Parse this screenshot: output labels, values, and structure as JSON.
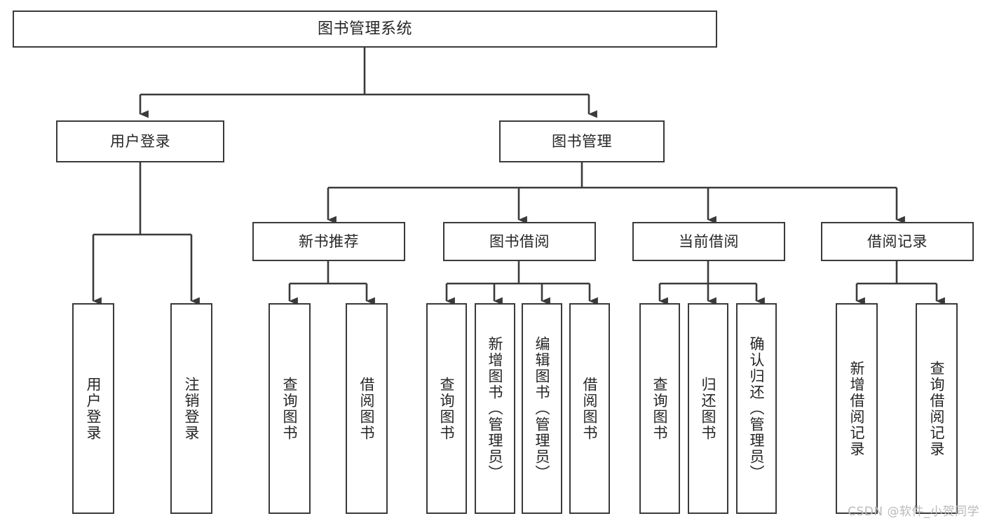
{
  "diagram": {
    "title": "图书管理系统",
    "type": "tree",
    "stroke_color": "#3a3a3a",
    "text_color": "#262626",
    "background": "#ffffff"
  },
  "nodes": {
    "root": {
      "label": "图书管理系统"
    },
    "level2": [
      {
        "id": "user-login",
        "label": "用户登录"
      },
      {
        "id": "book-manage",
        "label": "图书管理"
      }
    ],
    "level3": [
      {
        "id": "new-book-recommend",
        "label": "新书推荐"
      },
      {
        "id": "book-borrow",
        "label": "图书借阅"
      },
      {
        "id": "current-borrow",
        "label": "当前借阅"
      },
      {
        "id": "borrow-record",
        "label": "借阅记录"
      }
    ],
    "leaves": {
      "user_login": [
        {
          "id": "leaf-user-login",
          "label": "用户登录"
        },
        {
          "id": "leaf-logout",
          "label": "注销登录"
        }
      ],
      "new_book_recommend": [
        {
          "id": "leaf-query-book-1",
          "label": "查询图书"
        },
        {
          "id": "leaf-borrow-book-1",
          "label": "借阅图书"
        }
      ],
      "book_borrow": [
        {
          "id": "leaf-query-book-2",
          "label": "查询图书"
        },
        {
          "id": "leaf-add-book",
          "label": "新增图书（管理员）"
        },
        {
          "id": "leaf-edit-book",
          "label": "编辑图书（管理员）"
        },
        {
          "id": "leaf-borrow-book-2",
          "label": "借阅图书"
        }
      ],
      "current_borrow": [
        {
          "id": "leaf-query-book-3",
          "label": "查询图书"
        },
        {
          "id": "leaf-return-book",
          "label": "归还图书"
        },
        {
          "id": "leaf-confirm-return",
          "label": "确认归还（管理员）"
        }
      ],
      "borrow_record": [
        {
          "id": "leaf-add-record",
          "label": "新增借阅记录"
        },
        {
          "id": "leaf-query-record",
          "label": "查询借阅记录"
        }
      ]
    }
  },
  "watermark": {
    "text": "CSDN @软件_小贺同学"
  }
}
